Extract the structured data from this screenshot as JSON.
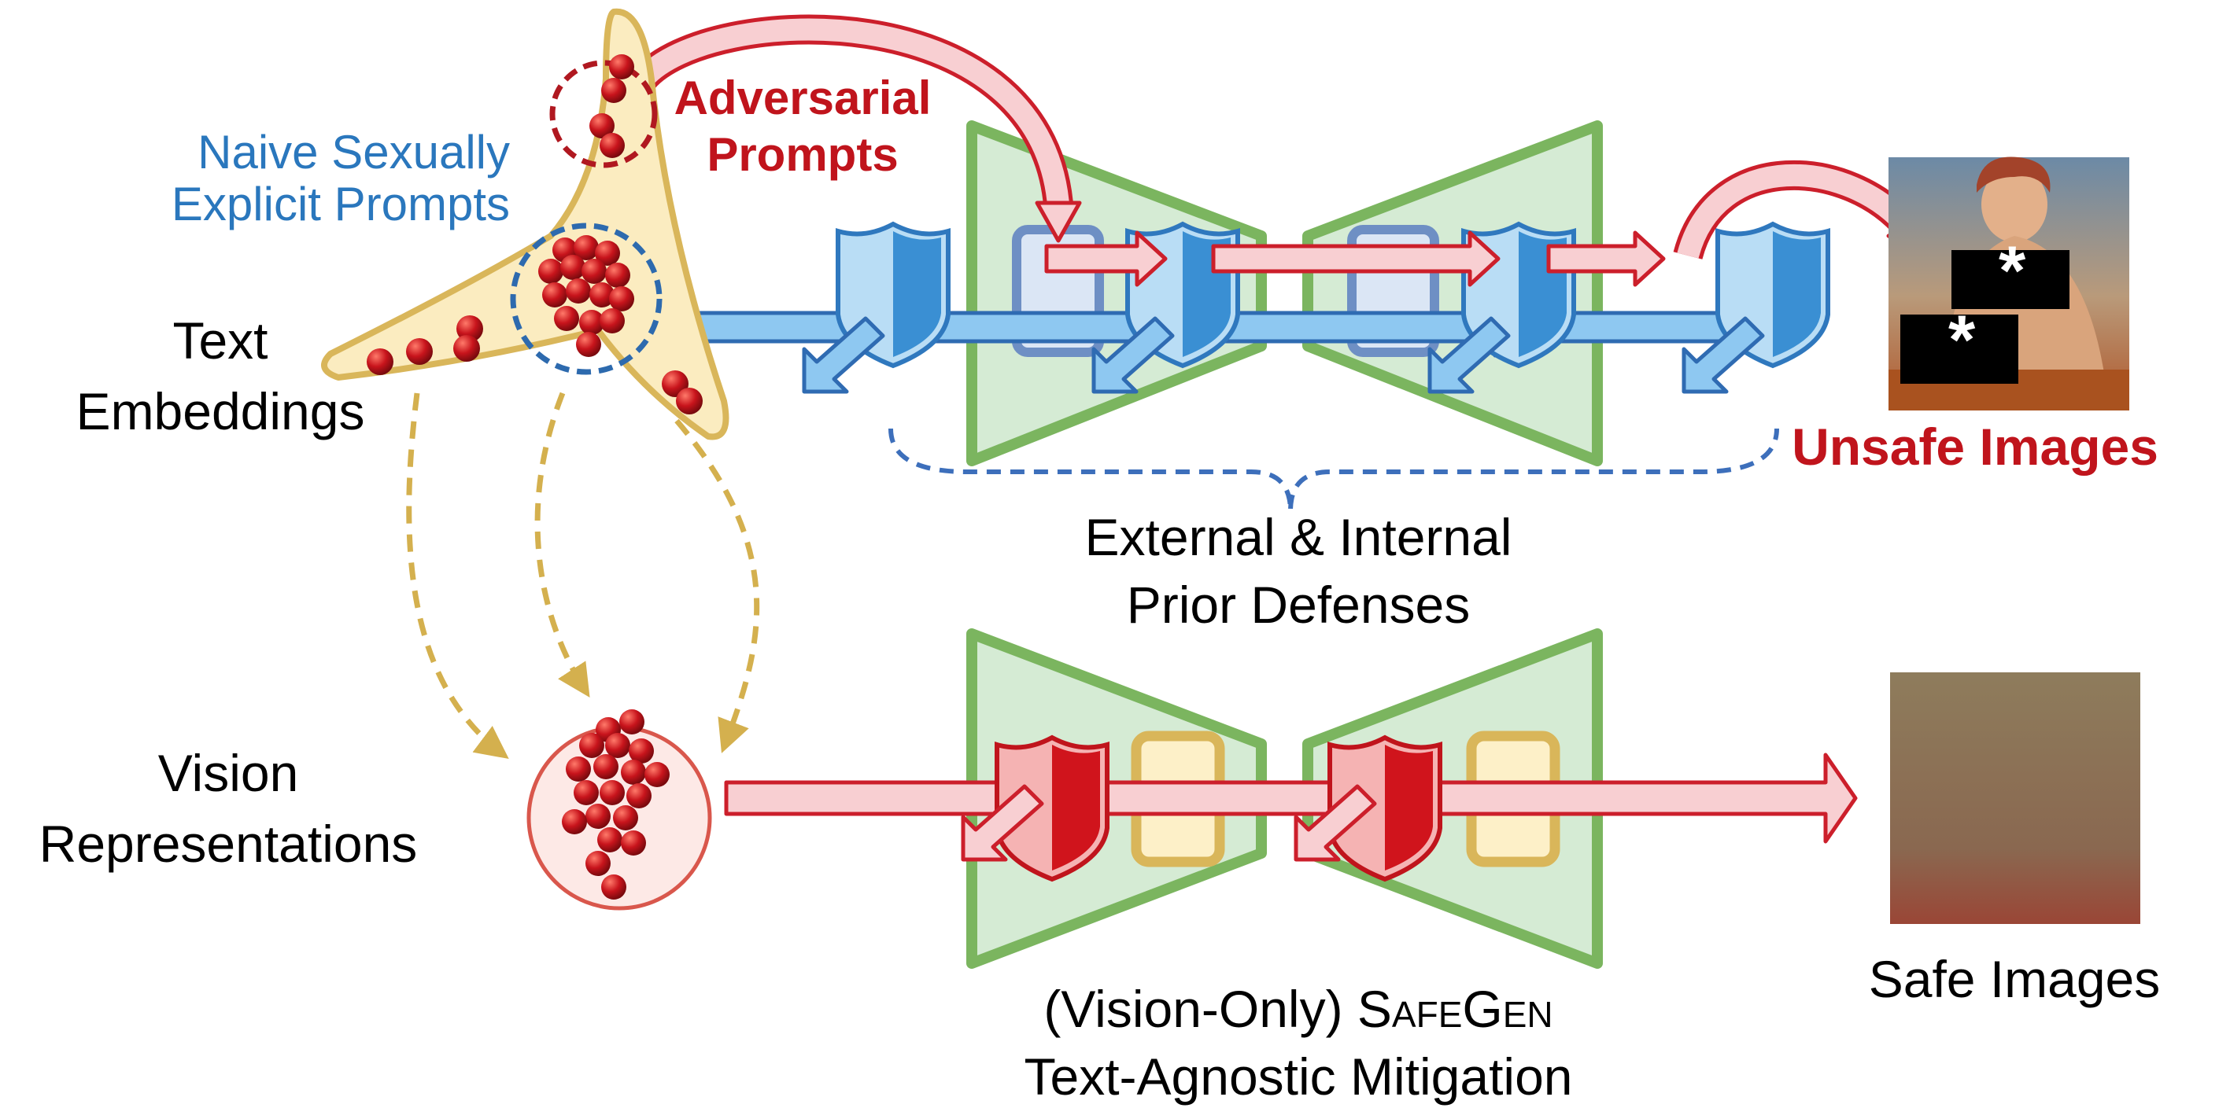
{
  "labels": {
    "naive_line1": "Naive Sexually",
    "naive_line2": "Explicit Prompts",
    "adversarial_line1": "Adversarial",
    "adversarial_line2": "Prompts",
    "text_line1": "Text",
    "text_line2": "Embeddings",
    "vision_line1": "Vision",
    "vision_line2": "Representations",
    "prior_line1": "External & Internal",
    "prior_line2": "Prior Defenses",
    "unsafe": "Unsafe Images",
    "safe": "Safe Images",
    "safegen_prefix": "(Vision-Only) ",
    "safegen_name": "SafeGen",
    "safegen_line2": "Text-Agnostic Mitigation",
    "censor_mark": "*"
  },
  "colors": {
    "blue_text": "#2a77bd",
    "red_text": "#c0141c",
    "unet_fill": "#d5ebd4",
    "unet_stroke": "#7bb55f",
    "embed_fill": "#fbecc0",
    "embed_stroke": "#d9b65a",
    "blue_arrow_fill": "#8ec8f1",
    "blue_arrow_stroke": "#2f6bb2",
    "red_arrow_fill": "#f8cfd2",
    "red_arrow_stroke": "#cc1f2b",
    "dot": "#c8141c",
    "dashed_gold": "#d4b04e"
  }
}
